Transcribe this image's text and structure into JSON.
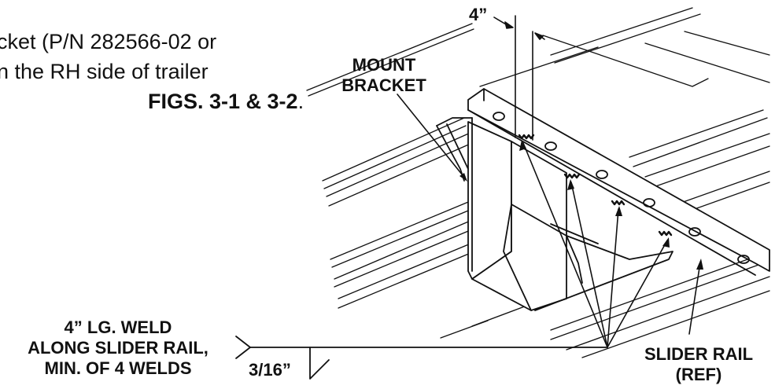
{
  "intro": {
    "line1": "cket (P/N 282566-02 or",
    "line2": "n the RH side of trailer",
    "line3_bold": "FIGS. 3-1 & 3-2",
    "line3_tail": "."
  },
  "labels": {
    "dimension": "4”",
    "mount_bracket_1": "MOUNT",
    "mount_bracket_2": "BRACKET",
    "weld_1": "4” LG. WELD",
    "weld_2": "ALONG SLIDER RAIL,",
    "weld_3": "MIN. OF 4 WELDS",
    "weld_size": "3/16”",
    "slider_rail_1": "SLIDER RAIL",
    "slider_rail_2": "(REF)"
  },
  "colors": {
    "ink": "#111111",
    "paper": "#ffffff"
  }
}
